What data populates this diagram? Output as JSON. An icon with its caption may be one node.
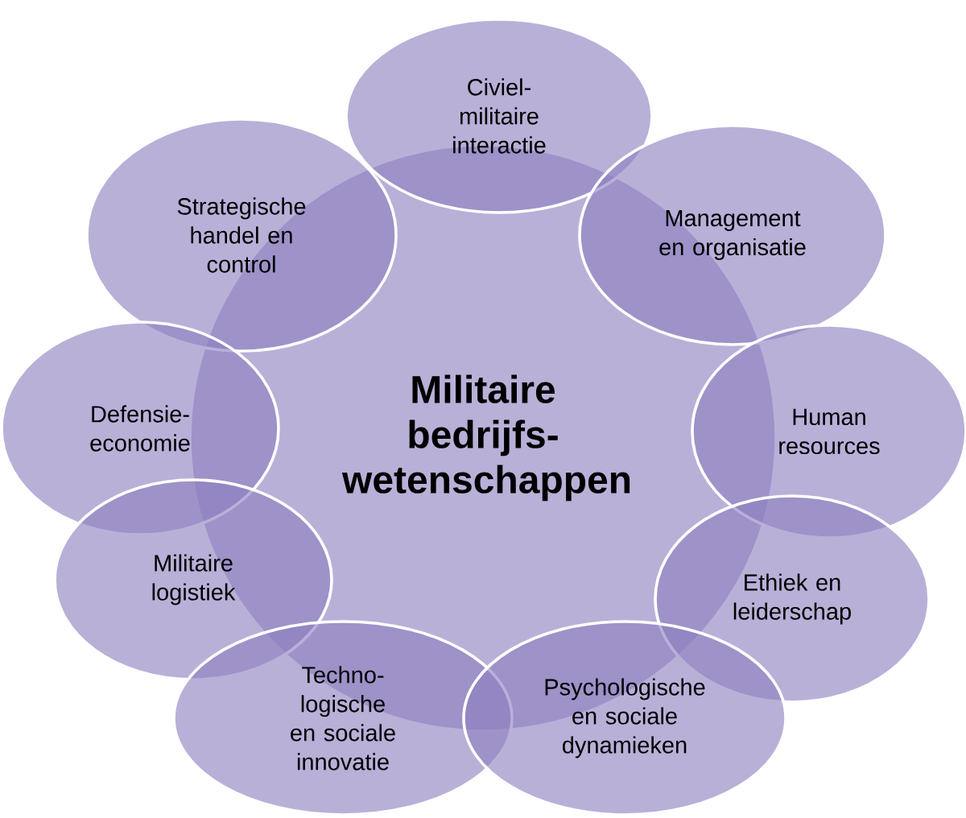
{
  "diagram": {
    "nodes": [
      {
        "text": [
          "Militaire bedrijfs-wetenschappen"
        ]
      },
      {
        "text": [
          "Civiel-militaire interactie"
        ]
      },
      {
        "text": [
          "Management en organisatie"
        ]
      },
      {
        "text": [
          "Human resources"
        ]
      },
      {
        "text": [
          "Ethiek en leiderschap"
        ]
      },
      {
        "text": [
          "Psychologische en sociale dynamieken"
        ]
      },
      {
        "text": [
          "Techno-logische en sociale innovatie"
        ]
      },
      {
        "text": [
          "Militaire logistiek"
        ]
      },
      {
        "text": [
          "Defensie-economie"
        ]
      },
      {
        "text": [
          "Strategische handel en control"
        ]
      }
    ],
    "edges": []
  }
}
